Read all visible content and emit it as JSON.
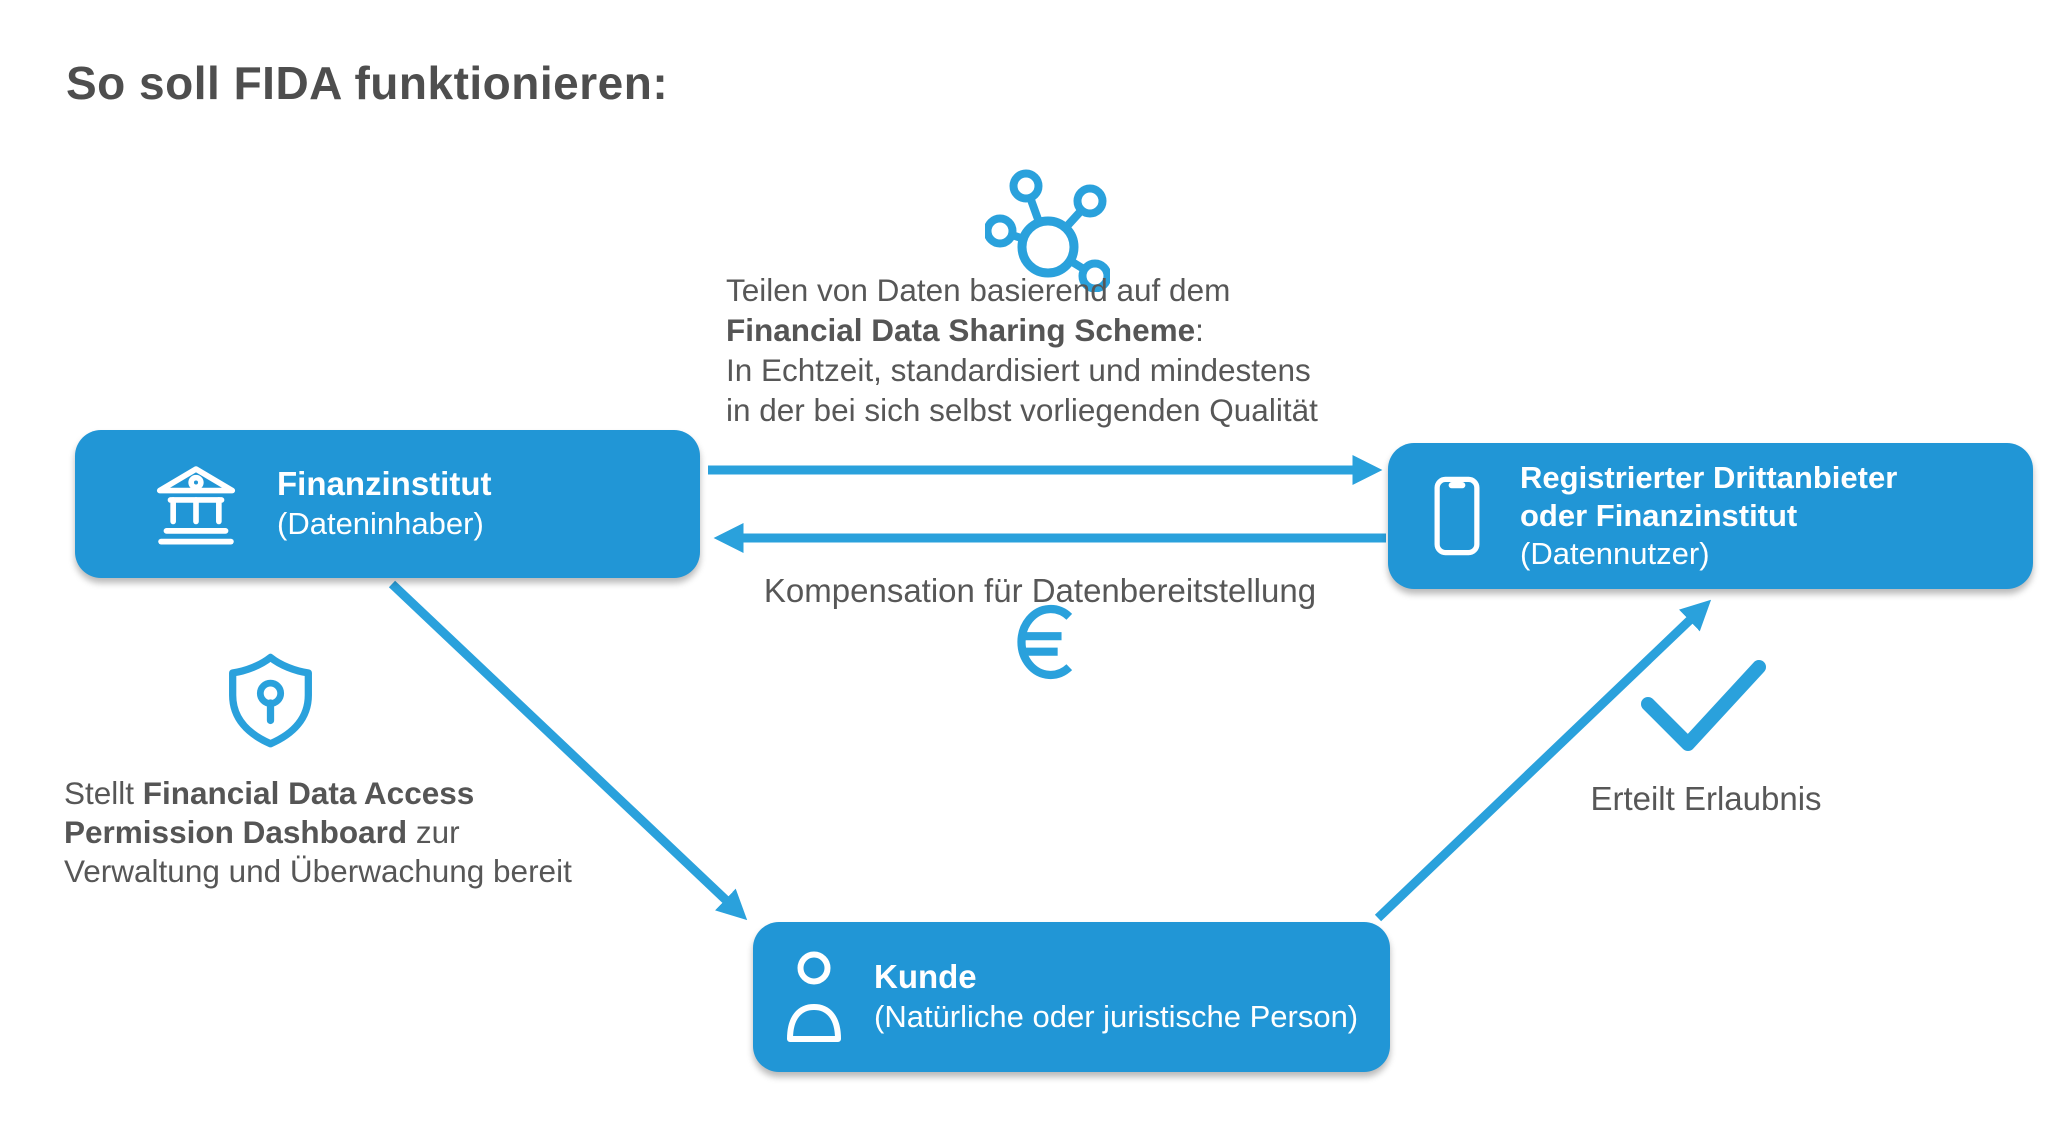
{
  "page": {
    "title": "So soll FIDA funktionieren:"
  },
  "colors": {
    "box_blue": "#2196d6",
    "accent_blue": "#2aa1dc",
    "text_dark": "#4e4e4e",
    "text_gray": "#575757",
    "white": "#ffffff"
  },
  "icons": {
    "top_center": "network-nodes-icon",
    "financial_institution": "bank-icon",
    "third_party": "smartphone-icon",
    "customer": "person-icon",
    "dashboard": "shield-keyhole-icon",
    "compensation": "euro-icon",
    "permission": "checkmark-icon"
  },
  "sharing_note": {
    "line1": "Teilen von Daten basierend auf dem",
    "line2_bold": "Financial Data Sharing Scheme",
    "line2_rest": ":",
    "line3": "In Echtzeit, standardisiert und mindestens",
    "line4": "in der bei sich selbst vorliegenden Qualität"
  },
  "nodes": {
    "financial_institution": {
      "title": "Finanzinstitut",
      "subtitle": "(Dateninhaber)"
    },
    "third_party": {
      "title_line1": "Registrierter Drittanbieter",
      "title_line2": "oder Finanzinstitut",
      "subtitle": "(Datennutzer)"
    },
    "customer": {
      "title": "Kunde",
      "subtitle": "(Natürliche oder juristische Person)"
    }
  },
  "labels": {
    "compensation": "Kompensation für Datenbereitstellung",
    "euro_symbol": "€",
    "permission": "Erteilt Erlaubnis"
  },
  "dashboard_note": {
    "line1_regular": "Stellt ",
    "line1_bold": "Financial Data Access",
    "line2_bold": "Permission Dashboard",
    "line2_regular": " zur",
    "line3": "Verwaltung und Überwachung bereit"
  }
}
